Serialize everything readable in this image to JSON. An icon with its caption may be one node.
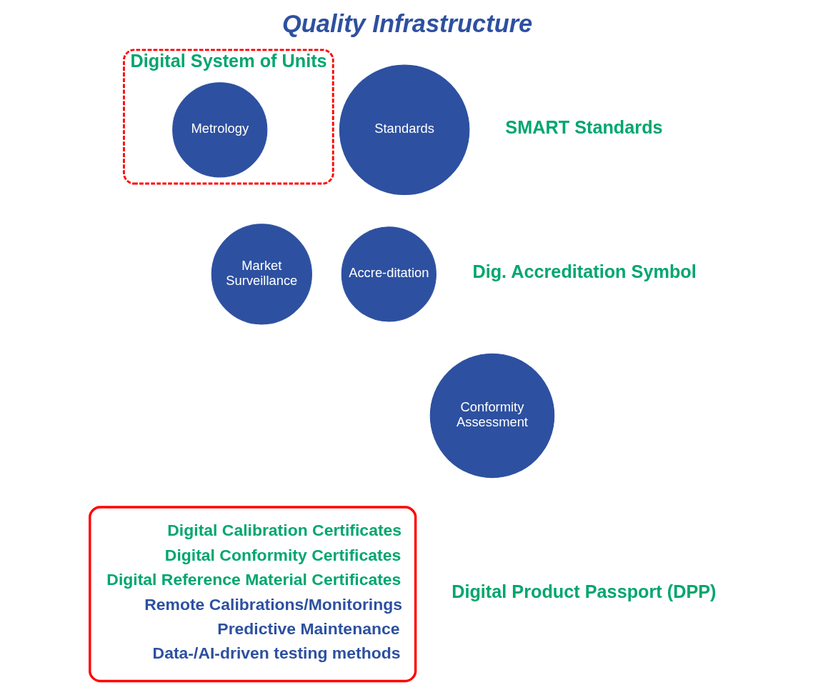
{
  "diagram": {
    "title": "Quality Infrastructure",
    "nodes": [
      {
        "text": [
          "Digital System of Units"
        ]
      },
      {
        "text": [
          "Metrology"
        ],
        "in": 0
      },
      {
        "text": [
          "Standards"
        ]
      },
      {
        "text": [
          "Market Surveillance"
        ]
      },
      {
        "text": [
          "Accre-ditation"
        ]
      },
      {
        "text": [
          "Conformity Assessment"
        ]
      },
      {
        "text": [
          "Digital Calibration Certificates",
          "Digital Conformity Certificates",
          "Digital Reference Material Certificates",
          "Remote Calibrations/Monitorings",
          "Predictive Maintenance",
          "Data-/AI-driven testing methods"
        ]
      }
    ],
    "edges": [],
    "labels": [
      "SMART Standards",
      "Dig. Accreditation Symbol",
      "Digital Product Passport (DPP)"
    ]
  }
}
